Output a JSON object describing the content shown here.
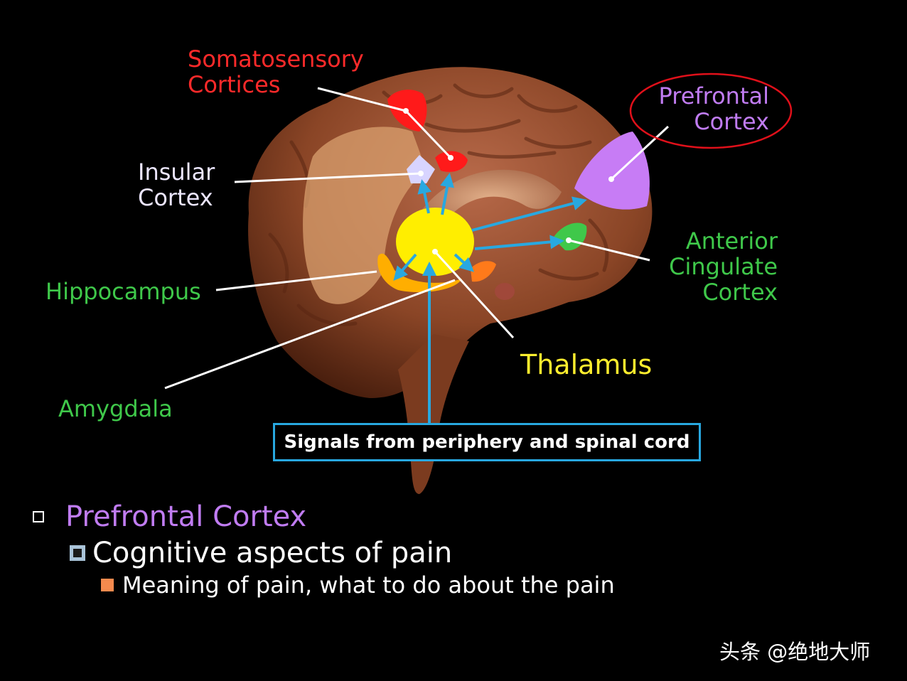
{
  "labels": {
    "somatosensory": [
      "Somatosensory",
      "Cortices"
    ],
    "insular": [
      "Insular",
      "Cortex"
    ],
    "hippocampus": "Hippocampus",
    "amygdala": "Amygdala",
    "prefrontal": [
      "Prefrontal",
      "Cortex"
    ],
    "anterior_cingulate": [
      "Anterior",
      "Cingulate",
      "Cortex"
    ],
    "thalamus": "Thalamus"
  },
  "signals_box": "Signals from periphery and spinal cord",
  "bullets": {
    "level1": "Prefrontal Cortex",
    "level2": "Cognitive aspects of pain",
    "level3": "Meaning of pain, what to do about the pain"
  },
  "watermark": "头条 @绝地大师",
  "colors": {
    "somatosensory": "#ff1a1a",
    "insular": "#d8d4ff",
    "prefrontal": "#c77cf5",
    "anterior_cingulate": "#3fc84a",
    "thalamus": "#ffee00",
    "hippocampus": "#ffae00",
    "amygdala": "#ff7a1a",
    "signal_arrows": "#28a8e0"
  }
}
